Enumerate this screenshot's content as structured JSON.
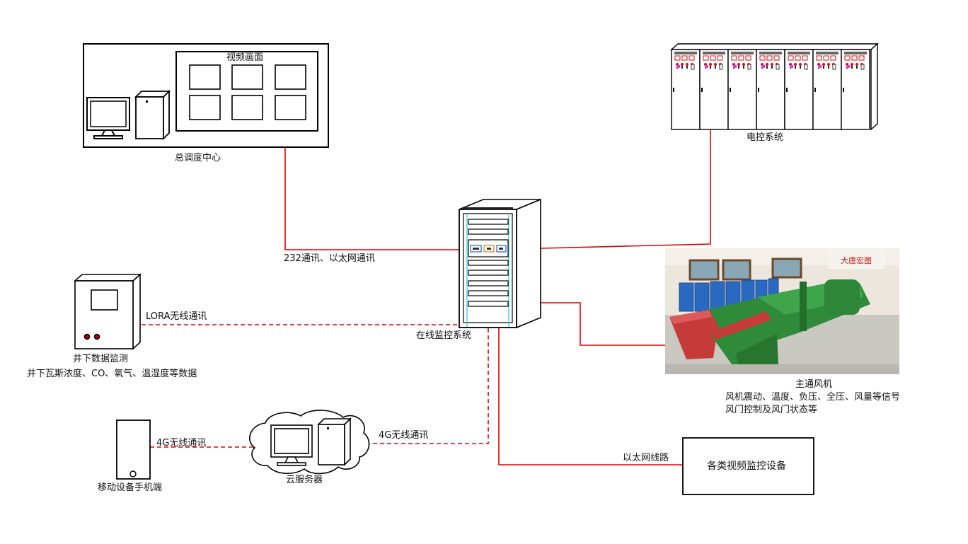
{
  "nodes": {
    "dispatch_center": {
      "label": "总调度中心",
      "video_title": "视频画面"
    },
    "electric_control": {
      "label": "电控系统"
    },
    "online_monitor": {
      "label": "在线监控系统"
    },
    "underground": {
      "label": "井下数据监测",
      "desc": "井下瓦斯浓度、CO、氧气、温湿度等数据"
    },
    "main_fan": {
      "label": "主通风机",
      "desc_line1": "风机震动、温度、负压、全压、风量等信号",
      "desc_line2": "风门控制及风门状态等",
      "photo_sign": "大唐宏图"
    },
    "mobile": {
      "label": "移动设备手机端"
    },
    "cloud": {
      "label": "云服务器"
    },
    "video_devices": {
      "label": "各类视频监控设备"
    }
  },
  "links": {
    "rs232_ethernet": "232通讯、以太网通讯",
    "lora": "LORA无线通讯",
    "mobile_4g": "4G无线通讯",
    "cloud_4g": "4G无线通讯",
    "ethernet_line": "以太网线路"
  },
  "colors": {
    "link": "#e00000",
    "stroke": "#000000"
  }
}
